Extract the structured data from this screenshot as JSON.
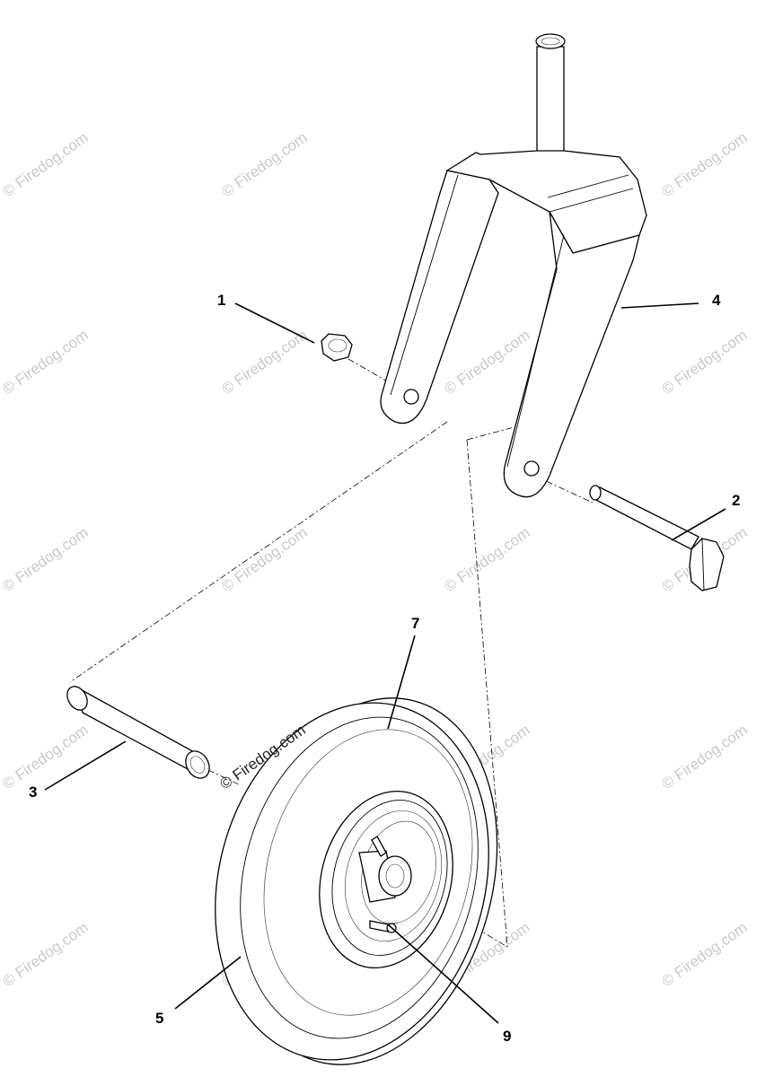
{
  "watermark": {
    "text": "© Firedog.com",
    "color": "#c9c9c9"
  },
  "callouts": [
    {
      "id": "1",
      "label": "1"
    },
    {
      "id": "2",
      "label": "2"
    },
    {
      "id": "3",
      "label": "3"
    },
    {
      "id": "4",
      "label": "4"
    },
    {
      "id": "5",
      "label": "5"
    },
    {
      "id": "7",
      "label": "7"
    },
    {
      "id": "9",
      "label": "9"
    }
  ],
  "parts": [
    "fork",
    "pin-spindle",
    "nut",
    "bolt",
    "spacer-tube",
    "wheel-assembly",
    "tire",
    "grease-fitting"
  ]
}
